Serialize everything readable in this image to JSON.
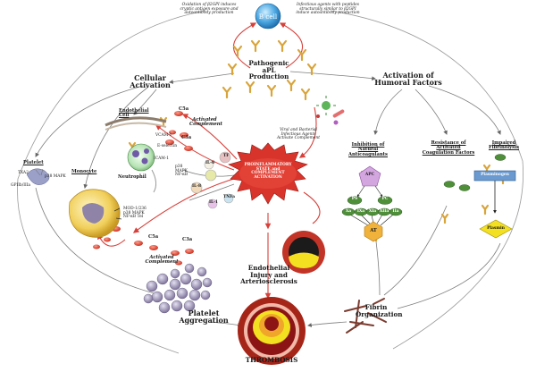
{
  "top": {
    "b_cell": "B cell",
    "oxidation_note": "Oxidation of β2GPI induces cryptic antigen exposure and autoantibody production",
    "infectious_note": "Infectious agents with peptides structurally similar to β2GPI induce autoantibody production",
    "apl_production": "Pathogenic aPL Production"
  },
  "cellular": {
    "title": "Cellular Activation",
    "endothelial_cell": "Endothelial Cell",
    "vcam": "VCAM-1",
    "e_selectin": "E-selectin",
    "icam": "ICAM-1",
    "p38": "p38 MAPK NF-κB",
    "neutrophil": "Neutrophil",
    "platelet": "Platelet",
    "txa2": "TXA2",
    "gpiib": "GPIIb/IIIa",
    "p38_platelet": "p38 MAPK",
    "monocyte": "Monocyte",
    "monocyte_markers": "MOD-1/236 p38 MAPK NF-κB Tel",
    "c5a": "C5a",
    "c3a": "C3a",
    "activated_complement": "Activated Complement"
  },
  "center": {
    "proinflammatory": "PROINFLAMMATORY STATE and COMPLEMENT ACTIVATION",
    "viral_note": "Viral and Bacterial Infectious Agents Activate Complement",
    "il6": "IL-6",
    "il8": "IL-8",
    "il1": "IL-1",
    "tf": "TF",
    "tnf": "TNFa"
  },
  "humoral": {
    "title": "Activation of Humoral Factors",
    "inhibition": "Inhibition of Natural Anticoagulants",
    "resistance": "Resistance of Activated Coagulation Factors",
    "impaired": "Impaired Fibrinolysis",
    "apc": "APC",
    "at": "AT",
    "plasminogen": "Plasminogen",
    "plasmin": "Plasmin",
    "factors_small": [
      "PS",
      "PC"
    ],
    "factors_at": [
      "Xa",
      "IXa",
      "XIa",
      "XIIa",
      "IIa"
    ]
  },
  "bottom": {
    "endothelial_injury": "Endothelial Injury and Arteriosclerosis",
    "platelet_aggregation": "Platelet Aggregation",
    "fibrin_organization": "Fibrin Organization",
    "thrombosis": "THROMBOSIS"
  },
  "colors": {
    "arrow_red": "#d8403a",
    "line_gray": "#7d7d7d",
    "antibody_gold": "#d9a43a",
    "bcell_blue": "#4aa6e0",
    "green_factor": "#4f8f3a",
    "yellow": "#f3e021",
    "dark_red": "#8c1414"
  }
}
